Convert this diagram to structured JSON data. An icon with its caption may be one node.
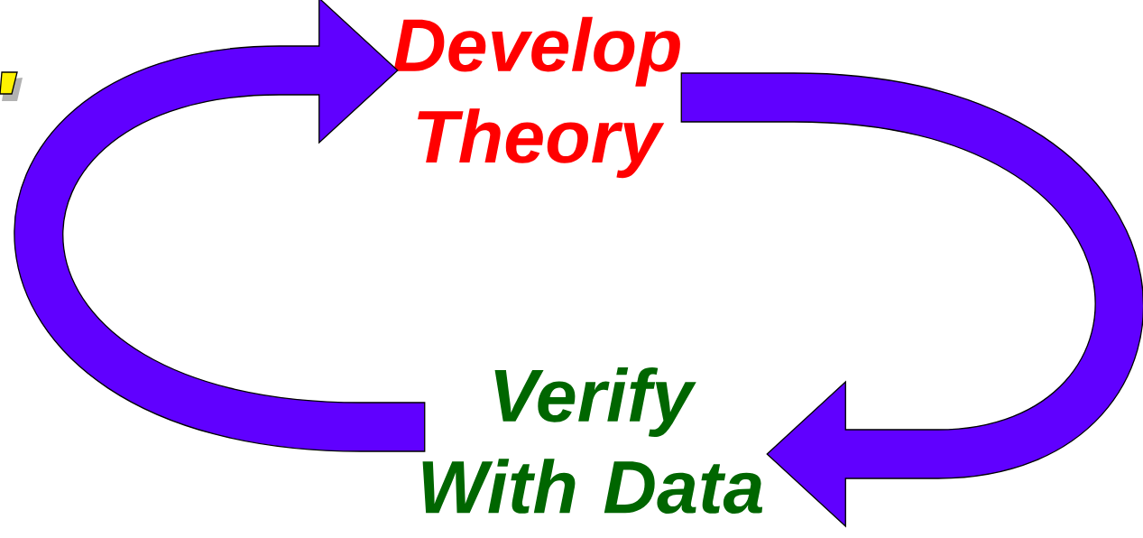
{
  "diagram": {
    "nodes": [
      {
        "text": [
          "Develop Theory"
        ]
      },
      {
        "text": [
          "Verify With Data"
        ]
      }
    ],
    "edges": [
      {
        "from": 1,
        "to": 0,
        "arrow": "to"
      },
      {
        "from": 0,
        "to": 1,
        "arrow": "to"
      }
    ]
  }
}
